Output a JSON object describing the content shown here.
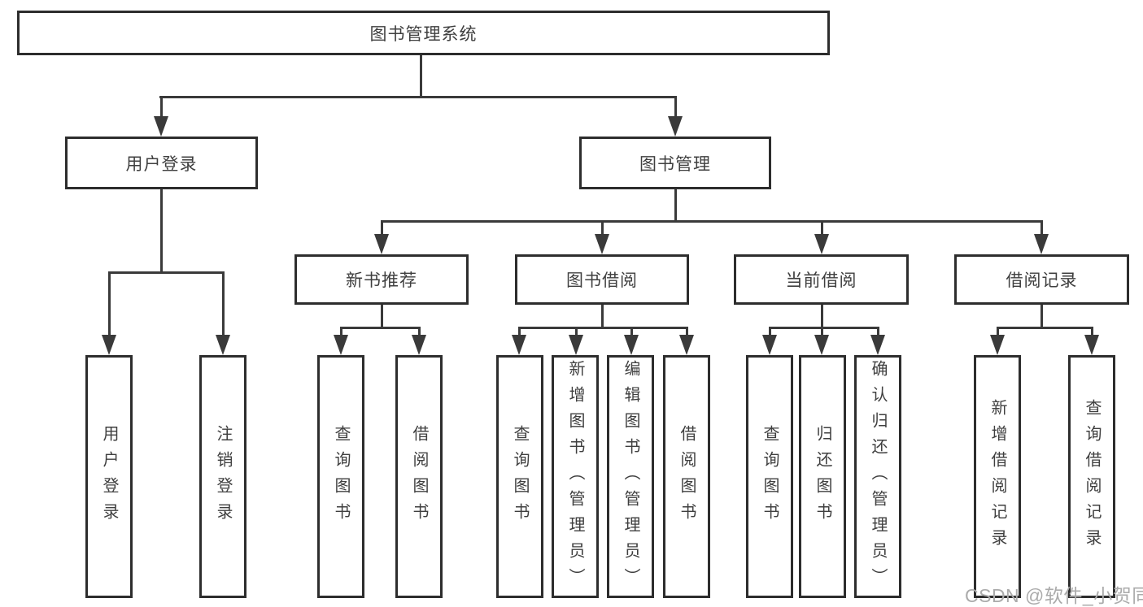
{
  "colors": {
    "line": "#3a3a3a",
    "box_border": "#2d2d2d",
    "text": "#3f3f3f",
    "watermark": "#ababab",
    "background": "#ffffff"
  },
  "watermark": "CSDN @软件_小贺同学",
  "tree": {
    "root": "图书管理系统",
    "branches": [
      {
        "label": "用户登录",
        "children": [
          "用户登录",
          "注销登录"
        ]
      },
      {
        "label": "图书管理",
        "children": [
          {
            "label": "新书推荐",
            "children": [
              "查询图书",
              "借阅图书"
            ]
          },
          {
            "label": "图书借阅",
            "children": [
              "查询图书",
              "新增图书（管理员）",
              "编辑图书（管理员）",
              "借阅图书"
            ]
          },
          {
            "label": "当前借阅",
            "children": [
              "查询图书",
              "归还图书",
              "确认归还（管理员）"
            ]
          },
          {
            "label": "借阅记录",
            "children": [
              "新增借阅记录",
              "查询借阅记录"
            ]
          }
        ]
      }
    ]
  }
}
